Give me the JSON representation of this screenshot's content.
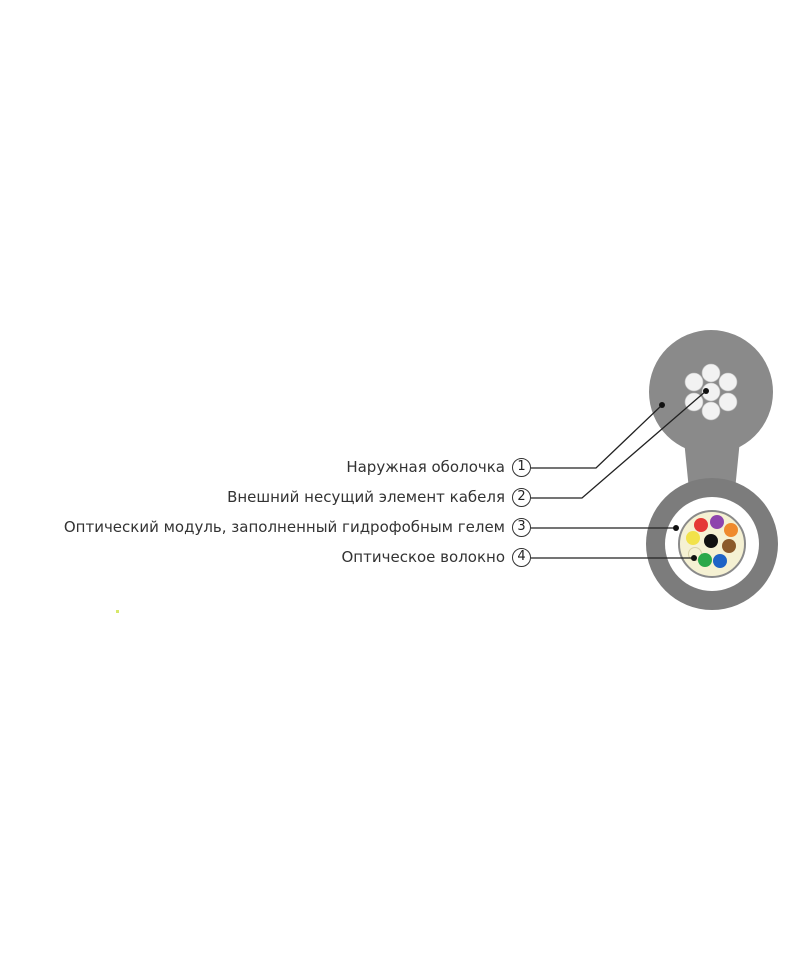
{
  "labels": [
    {
      "number": "1",
      "text": "Наружная оболочка"
    },
    {
      "number": "2",
      "text": "Внешний несущий элемент кабеля"
    },
    {
      "number": "3",
      "text": "Оптический модуль, заполненный гидрофобным гелем"
    },
    {
      "number": "4",
      "text": "Оптическое волокно"
    }
  ],
  "colors": {
    "sheath": "#8a8a8a",
    "sheath_dark": "#7c7c7c",
    "strength_wires": "#f2f2f2",
    "module_fill": "#f5f1d3",
    "fibers": [
      "#e53935",
      "#8e44ad",
      "#ef8a2c",
      "#f2e24a",
      "#111111",
      "#8b5a2b",
      "#2aa84a",
      "#1e63c6",
      "#f5f1d3"
    ]
  }
}
